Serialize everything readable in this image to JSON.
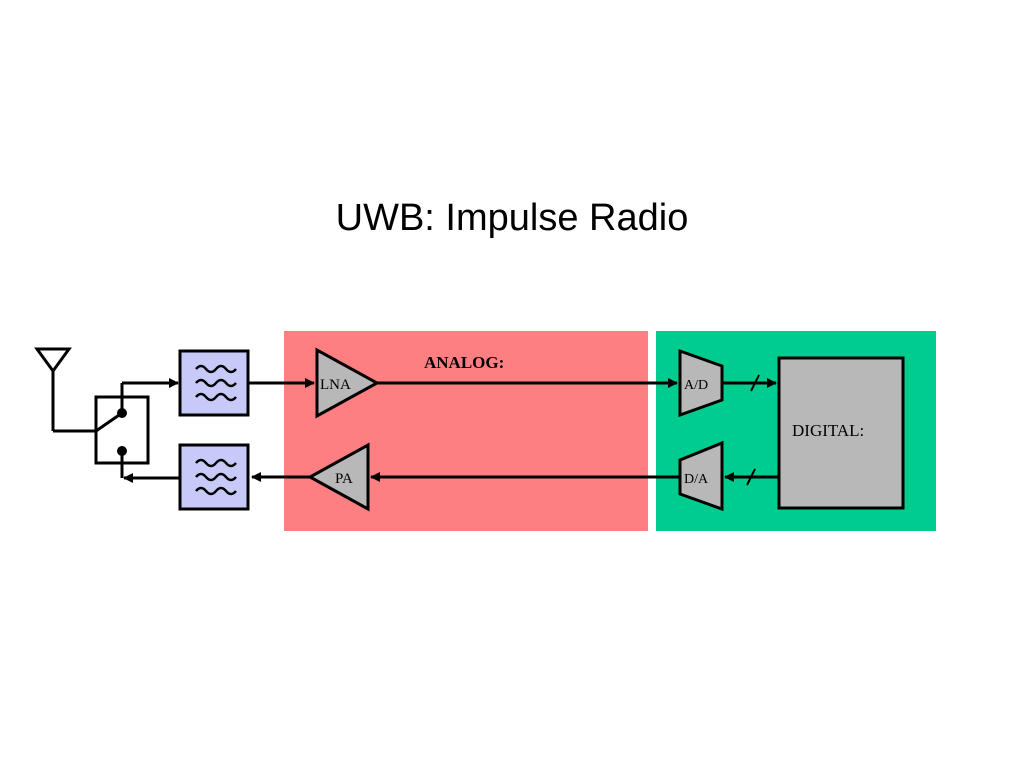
{
  "slide": {
    "title": "UWB: Impulse Radio"
  },
  "diagram": {
    "analog_section_label": "ANALOG:",
    "digital_section_label": "DIGITAL:",
    "blocks": {
      "lna": "LNA",
      "pa": "PA",
      "adc": "A/D",
      "dac": "D/A"
    },
    "colors": {
      "analog_region": "#fd7f82",
      "digital_region": "#00cc8f",
      "filter_fill": "#c7c9f8",
      "block_fill": "#b8b8b8"
    }
  }
}
